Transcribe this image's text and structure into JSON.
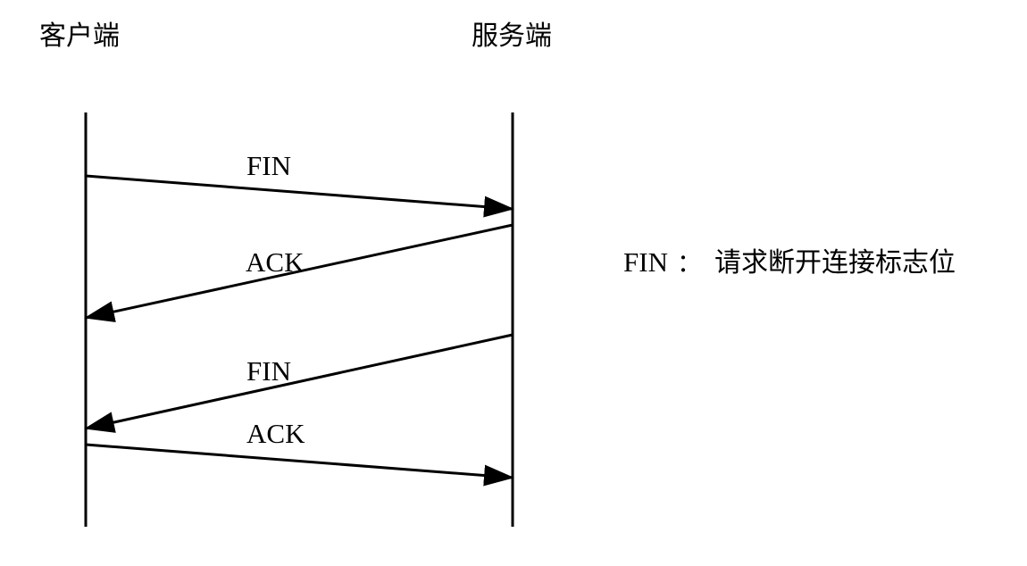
{
  "participants": {
    "client": "客户端",
    "server": "服务端"
  },
  "messages": [
    {
      "label": "FIN",
      "from": "client",
      "to": "server"
    },
    {
      "label": "ACK",
      "from": "server",
      "to": "client"
    },
    {
      "label": "FIN",
      "from": "server",
      "to": "client"
    },
    {
      "label": "ACK",
      "from": "client",
      "to": "server"
    }
  ],
  "legend": {
    "term": "FIN",
    "separator": "：",
    "description": "请求断开连接标志位"
  },
  "colors": {
    "line": "#000000",
    "text": "#000000",
    "background": "#ffffff"
  }
}
